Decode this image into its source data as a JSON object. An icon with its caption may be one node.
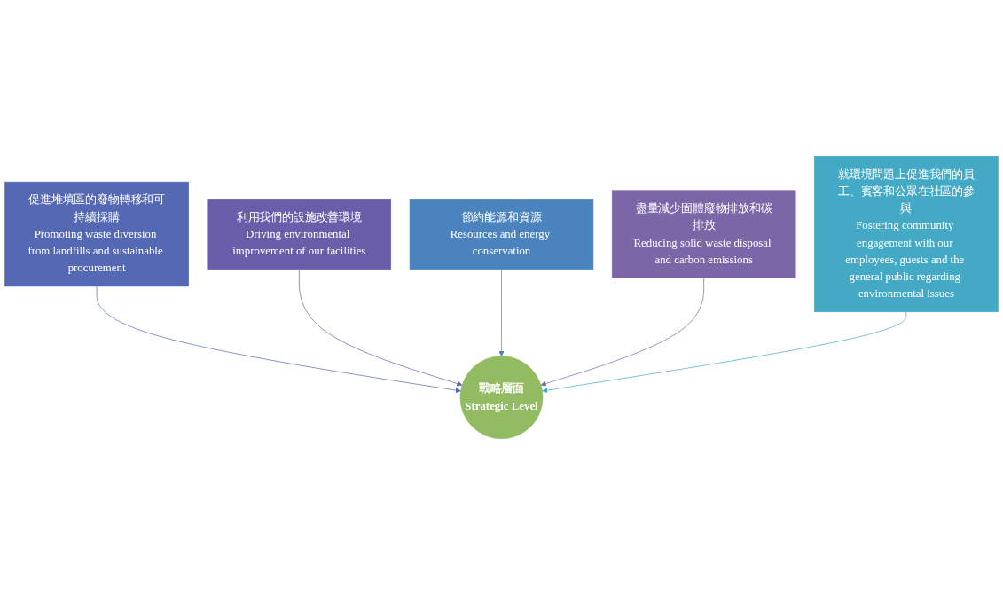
{
  "diagram": {
    "nodes": [
      {
        "text": [
          "促進堆填區的廢物轉移和可持續採購",
          "Promoting waste diversion from landfills and sustainable procurement"
        ]
      },
      {
        "text": [
          "利用我們的設施改善環境",
          "Driving environmental improvement of our facilities"
        ]
      },
      {
        "text": [
          "節約能源和資源",
          "Resources and energy conservation"
        ]
      },
      {
        "text": [
          "盡量減少固體廢物排放和碳排放",
          "Reducing solid waste disposal and carbon emissions"
        ]
      },
      {
        "text": [
          "戰略層面",
          "Strategic Level"
        ]
      },
      {
        "text": [
          "就環境問題上促進我們的員工、賓客和公眾在社區的參與",
          "Fostering community engagement with our employees, guests and the general public regarding environmental issues"
        ]
      }
    ],
    "edges": [
      {
        "from": 0,
        "to": 4,
        "arrow": "to",
        "color": "#5468b4"
      },
      {
        "from": 1,
        "to": 4,
        "arrow": "to",
        "color": "#6a5eaa"
      },
      {
        "from": 2,
        "to": 4,
        "arrow": "to",
        "color": "#4a83bd"
      },
      {
        "from": 3,
        "to": 4,
        "arrow": "to",
        "color": "#7b66a8"
      },
      {
        "from": 5,
        "to": 4,
        "arrow": "to",
        "color": "#43a9c4"
      }
    ]
  }
}
